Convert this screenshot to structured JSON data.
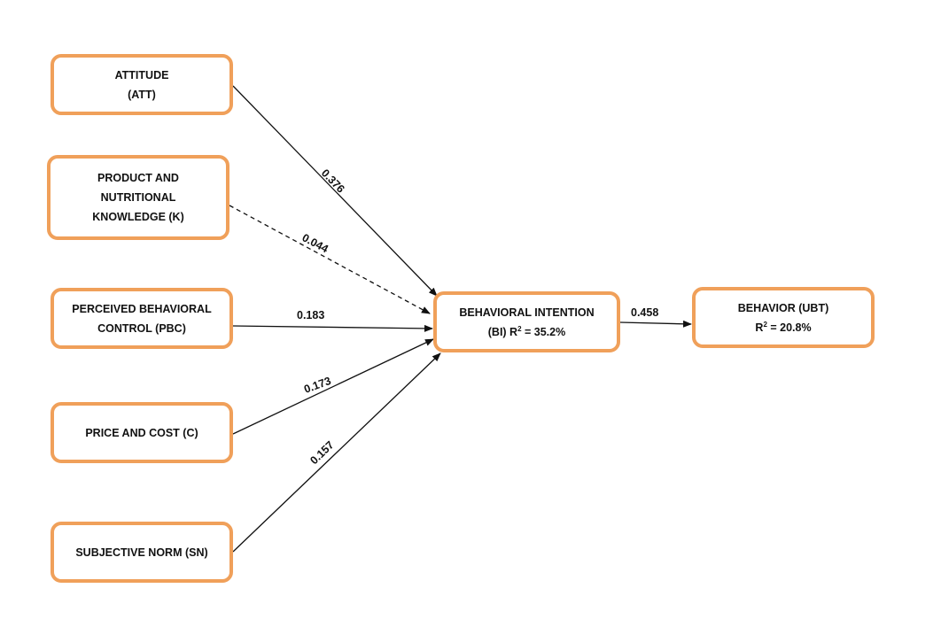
{
  "nodes": {
    "att": {
      "lines": [
        "ATTITUDE",
        "(ATT)"
      ]
    },
    "k": {
      "lines": [
        "PRODUCT AND",
        "NUTRITIONAL",
        "KNOWLEDGE (K)"
      ]
    },
    "pbc": {
      "lines": [
        "PERCEIVED BEHAVIORAL",
        "CONTROL (PBC)"
      ]
    },
    "c": {
      "lines": [
        "PRICE AND COST (C)"
      ]
    },
    "sn": {
      "lines": [
        "SUBJECTIVE NORM (SN)"
      ]
    },
    "bi": {
      "line1": "BEHAVIORAL INTENTION",
      "line2_prefix": "(BI) R",
      "sup": "2",
      "line2_suffix": " = 35.2%"
    },
    "ubt": {
      "line1": "BEHAVIOR (UBT)",
      "line2_prefix": "R",
      "sup": "2",
      "line2_suffix": " = 20.8%"
    }
  },
  "edges": [
    {
      "from": "att",
      "to": "bi",
      "label": "0.376",
      "style": "solid"
    },
    {
      "from": "k",
      "to": "bi",
      "label": "0.044",
      "style": "dashed"
    },
    {
      "from": "pbc",
      "to": "bi",
      "label": "0.183",
      "style": "solid"
    },
    {
      "from": "c",
      "to": "bi",
      "label": "0.173",
      "style": "solid"
    },
    {
      "from": "sn",
      "to": "bi",
      "label": "0.157",
      "style": "solid"
    },
    {
      "from": "bi",
      "to": "ubt",
      "label": "0.458",
      "style": "solid"
    }
  ],
  "colors": {
    "box_border": "#f0a05a",
    "line": "#111111"
  }
}
